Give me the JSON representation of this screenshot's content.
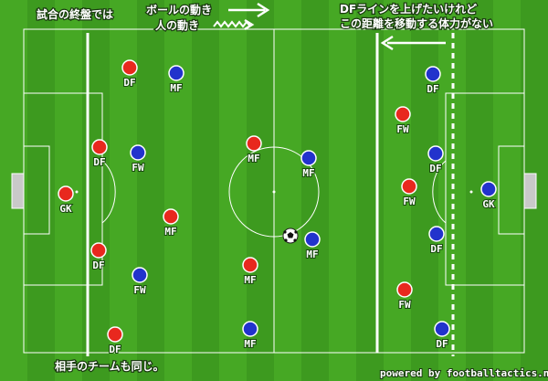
{
  "annotations": {
    "top_left": "試合の終盤では",
    "legend_ball": "ボールの動き",
    "legend_player": "人の動き",
    "top_right_line1": "DFラインを上げたいけれど",
    "top_right_line2": "この距離を移動する体力がない",
    "bottom_left": "相手のチームも同じ。",
    "credit": "powered by footballtactics.net"
  },
  "colors": {
    "red_team": "#e8281e",
    "blue_team": "#2233cc",
    "line": "#ffffff"
  },
  "players": {
    "red": [
      {
        "label": "GK"
      },
      {
        "label": "DF"
      },
      {
        "label": "DF"
      },
      {
        "label": "DF"
      },
      {
        "label": "DF"
      },
      {
        "label": "MF"
      },
      {
        "label": "MF"
      },
      {
        "label": "MF"
      },
      {
        "label": "FW"
      },
      {
        "label": "FW"
      },
      {
        "label": "FW"
      }
    ],
    "blue": [
      {
        "label": "GK"
      },
      {
        "label": "DF"
      },
      {
        "label": "DF"
      },
      {
        "label": "DF"
      },
      {
        "label": "DF"
      },
      {
        "label": "MF"
      },
      {
        "label": "MF"
      },
      {
        "label": "MF"
      },
      {
        "label": "MF"
      },
      {
        "label": "FW"
      },
      {
        "label": "FW"
      }
    ]
  },
  "ball": {
    "icon": "soccer-ball-icon"
  }
}
